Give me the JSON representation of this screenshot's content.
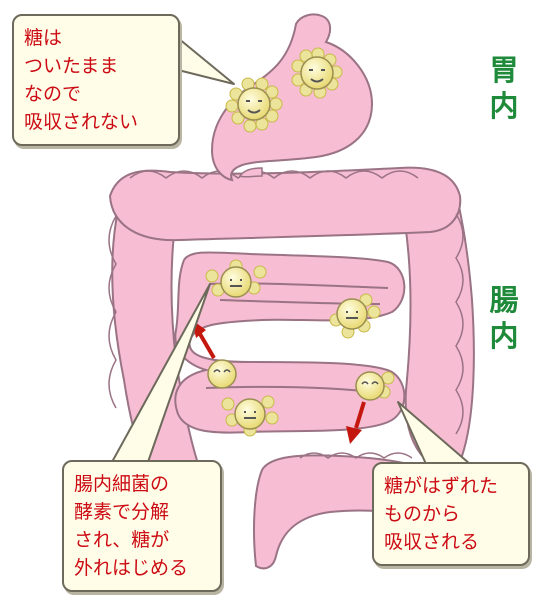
{
  "colors": {
    "organ_fill": "#f6bdd3",
    "organ_stroke": "#9a7384",
    "bacterium": "#ece49b",
    "arrow": "#c4180f",
    "label_green": "#1e8a3a",
    "callout_text": "#cc0b14",
    "callout_bg": "#fffde8"
  },
  "labels": {
    "stomach": [
      "胃",
      "内"
    ],
    "intestine": [
      "腸",
      "内"
    ]
  },
  "callouts": {
    "top_left": [
      "糖は",
      "ついたまま",
      "なので",
      "吸収されない"
    ],
    "bottom_left": [
      "腸内細菌の",
      "酵素で分解",
      "され、糖が",
      "外れはじめる"
    ],
    "bottom_right": [
      "糖がはずれた",
      "ものから",
      "吸収される"
    ]
  },
  "icons": {
    "sugared_molecule": "smiling-molecule-with-sugar-beads",
    "released_molecule": "smiling-molecule-without-sugar",
    "arrow": "red-arrow"
  }
}
